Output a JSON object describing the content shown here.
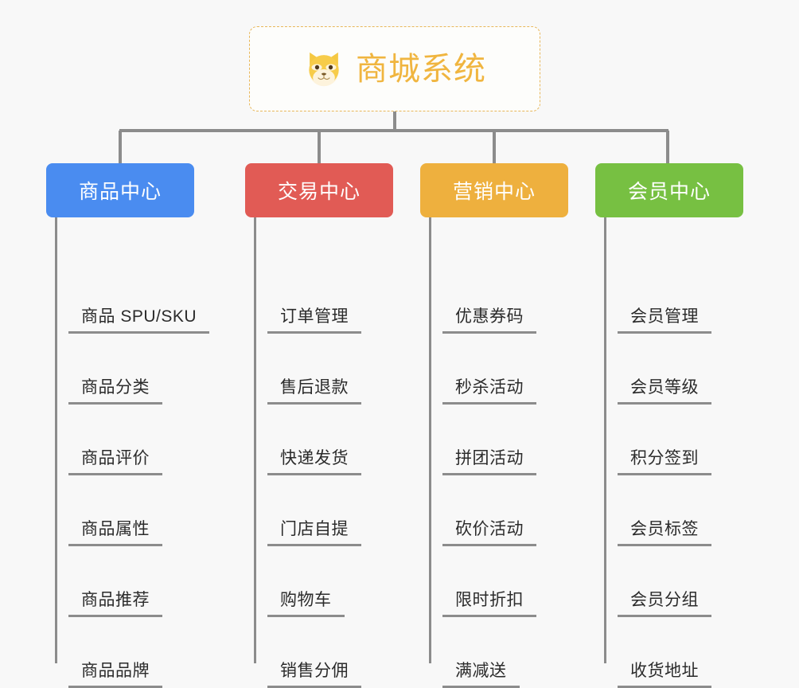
{
  "background_color": "#f8f8f8",
  "root": {
    "title": "商城系统",
    "icon": "shiba-dog-face-icon",
    "text_color": "#f0b53f",
    "border_color": "#e8b75a",
    "background": "#fdfdfb"
  },
  "connector_color": "#8c8c8c",
  "categories": [
    {
      "label": "商品中心",
      "color": "#4a8cf0",
      "items": [
        "商品 SPU/SKU",
        "商品分类",
        "商品评价",
        "商品属性",
        "商品推荐",
        "商品品牌"
      ]
    },
    {
      "label": "交易中心",
      "color": "#e15b55",
      "items": [
        "订单管理",
        "售后退款",
        "快递发货",
        "门店自提",
        "购物车",
        "销售分佣"
      ]
    },
    {
      "label": "营销中心",
      "color": "#eeb03e",
      "items": [
        "优惠券码",
        "秒杀活动",
        "拼团活动",
        "砍价活动",
        "限时折扣",
        "满减送"
      ]
    },
    {
      "label": "会员中心",
      "color": "#77c042",
      "items": [
        "会员管理",
        "会员等级",
        "积分签到",
        "会员标签",
        "会员分组",
        "收货地址"
      ]
    }
  ]
}
